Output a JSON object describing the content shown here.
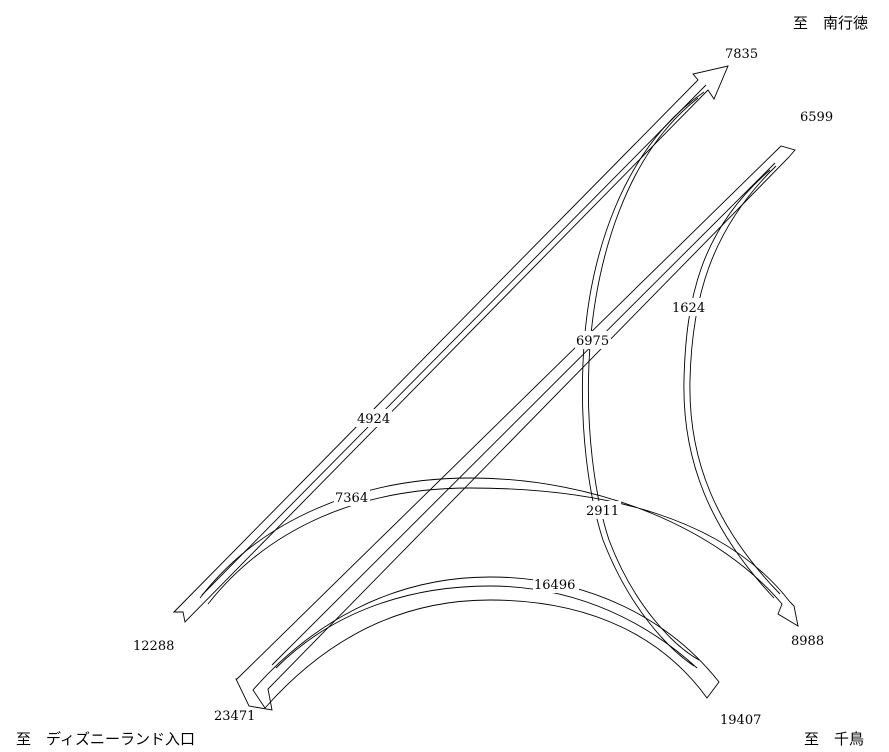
{
  "destinations": {
    "minamigyotoku": "至　南行徳",
    "disney": "至　ディズニーランド入口",
    "chidori": "至　千鳥"
  },
  "endpoint_volumes": {
    "top": "7835",
    "top_right": "6599",
    "left": "12288",
    "bottom_left": "23471",
    "right": "8988",
    "bottom_right": "19407"
  },
  "movement_volumes": {
    "upper_diagonal": "4924",
    "main_diagonal": "6975",
    "right_curve": "1624",
    "upper_arc": "7364",
    "center_curve": "2911",
    "lower_arc": "16496"
  }
}
